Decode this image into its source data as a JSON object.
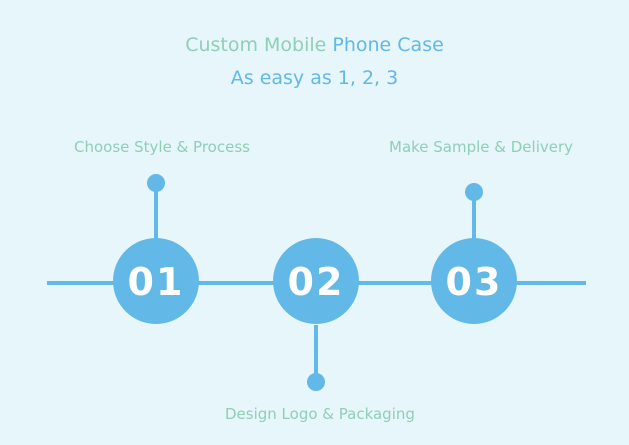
{
  "header": {
    "title_part1": "Custom Mobile ",
    "title_part2": "Phone Case",
    "subtitle": "As easy as 1, 2, 3"
  },
  "steps": [
    {
      "number": "01",
      "label": "Choose Style & Process"
    },
    {
      "number": "02",
      "label": "Design Logo & Packaging"
    },
    {
      "number": "03",
      "label": "Make Sample & Delivery"
    }
  ],
  "colors": {
    "background": "#e6f6fb",
    "accent_blue": "#62b8e6",
    "accent_green": "#8fcfb5",
    "number_text": "#ffffff"
  }
}
